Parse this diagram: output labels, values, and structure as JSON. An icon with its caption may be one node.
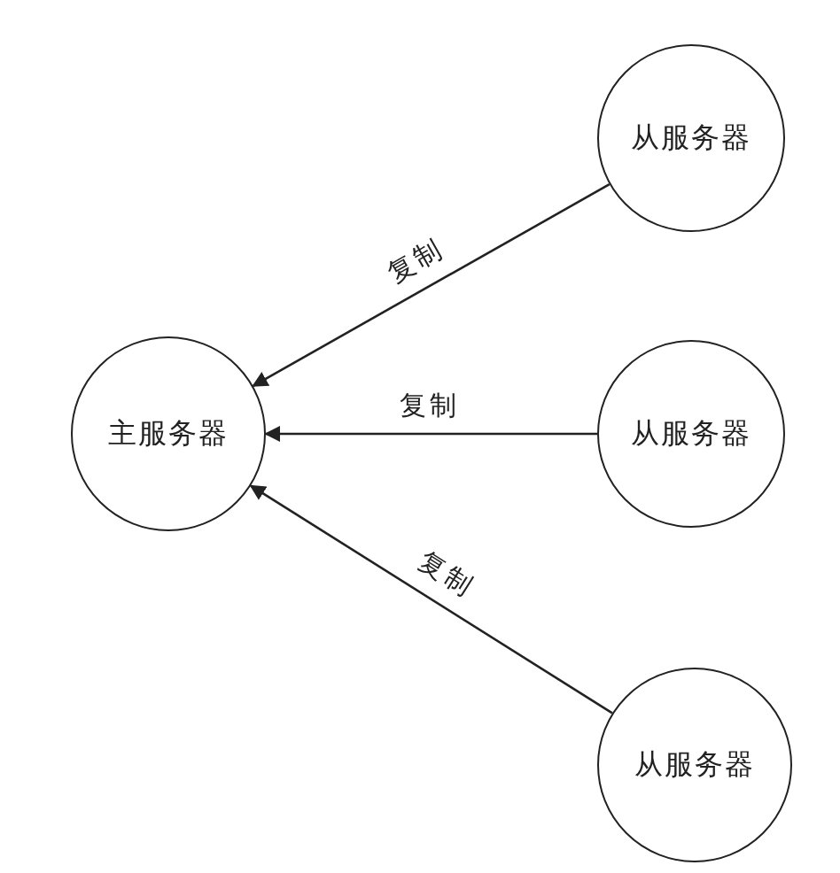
{
  "diagram": {
    "nodes": [
      {
        "text": [
          "从服务器"
        ]
      },
      {
        "text": [
          "主服务器"
        ]
      },
      {
        "text": [
          "从服务器"
        ]
      },
      {
        "text": [
          "从服务器"
        ]
      }
    ],
    "edges": [
      {
        "from": 0,
        "to": 1,
        "arrow": "to",
        "label": "复制"
      },
      {
        "from": 2,
        "to": 1,
        "arrow": "to",
        "label": "复制"
      },
      {
        "from": 3,
        "to": 1,
        "arrow": "to",
        "label": "复制"
      }
    ]
  }
}
